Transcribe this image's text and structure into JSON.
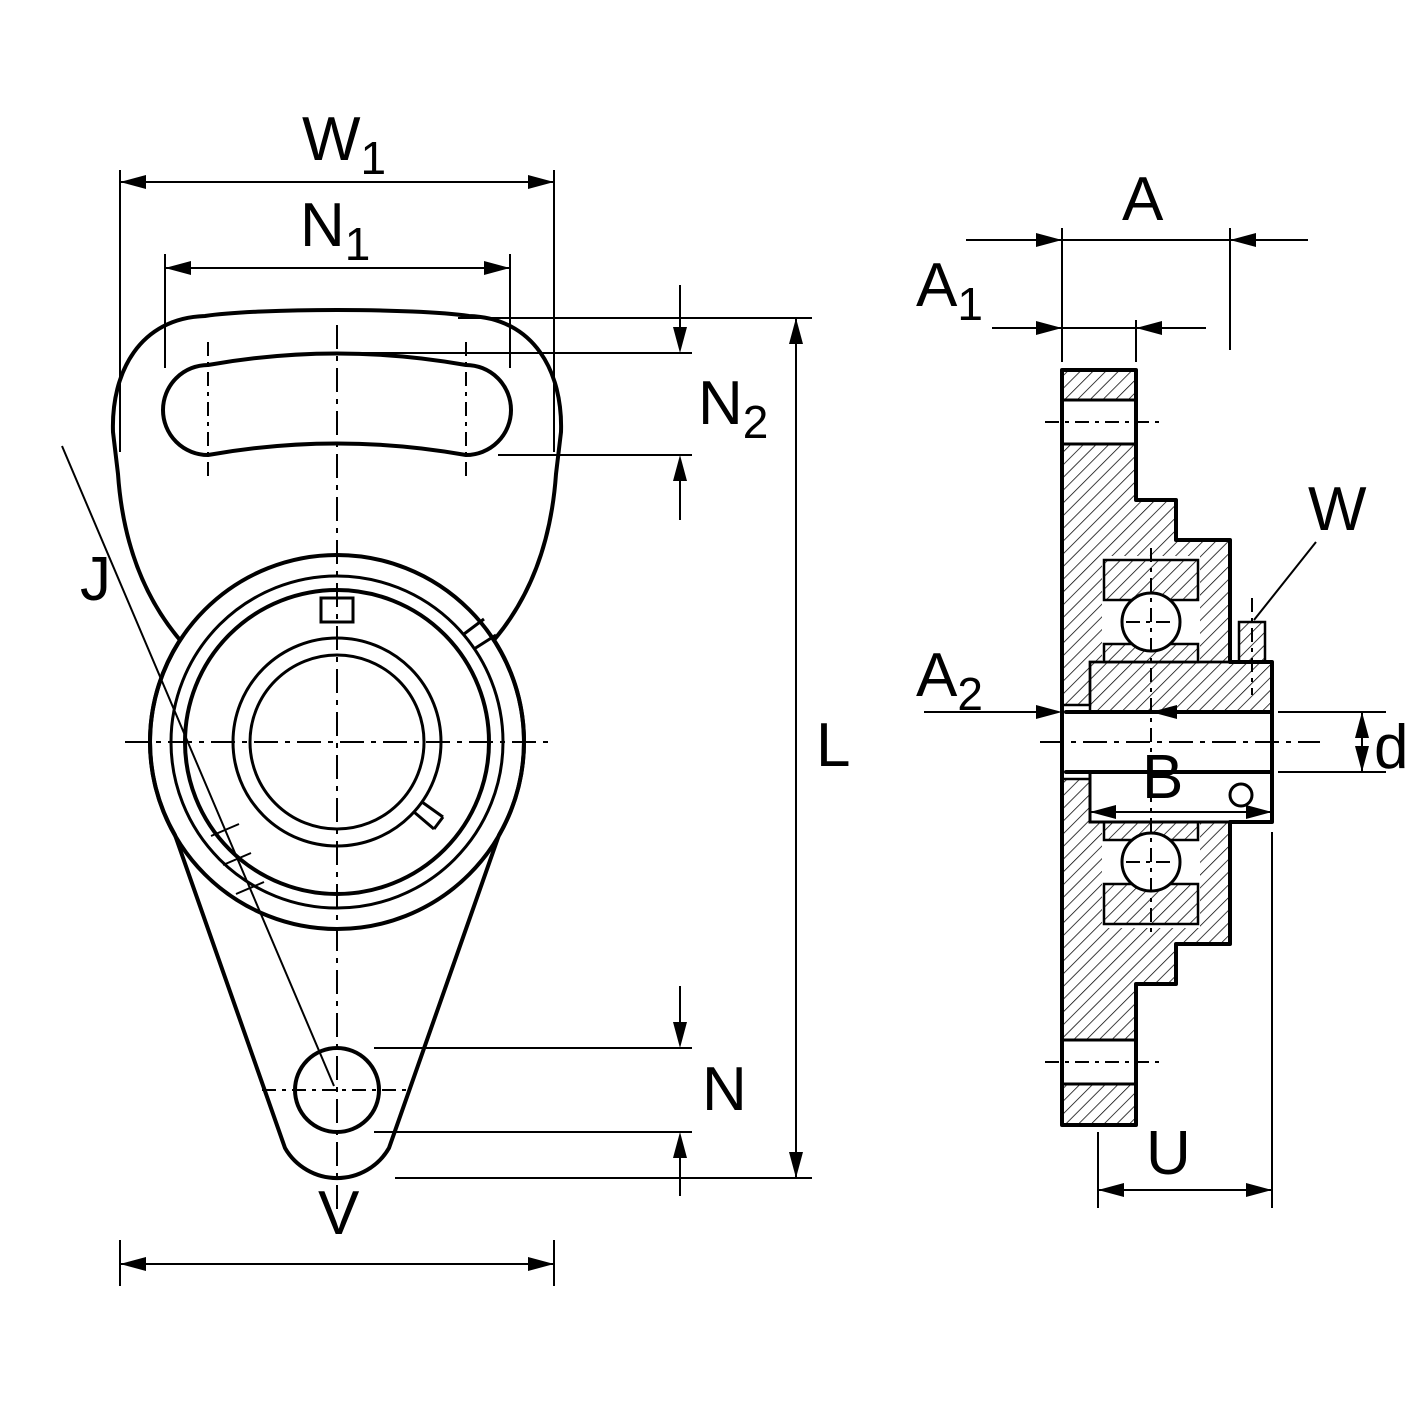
{
  "drawing": {
    "kind": "technical-drawing",
    "subject": "Flanged bearing housing unit - front view and cross-section side view",
    "colors": {
      "line": "#000000",
      "background": "#ffffff"
    }
  },
  "front_view": {
    "w1": {
      "base": "W",
      "sub": "1"
    },
    "n1": {
      "base": "N",
      "sub": "1"
    },
    "n2": {
      "base": "N",
      "sub": "2"
    },
    "j": "J",
    "l": "L",
    "n": "N",
    "v": "V"
  },
  "side_view": {
    "a": "A",
    "a1": {
      "base": "A",
      "sub": "1"
    },
    "a2": {
      "base": "A",
      "sub": "2"
    },
    "w": "W",
    "d": "d",
    "b": "B",
    "u": "U"
  }
}
